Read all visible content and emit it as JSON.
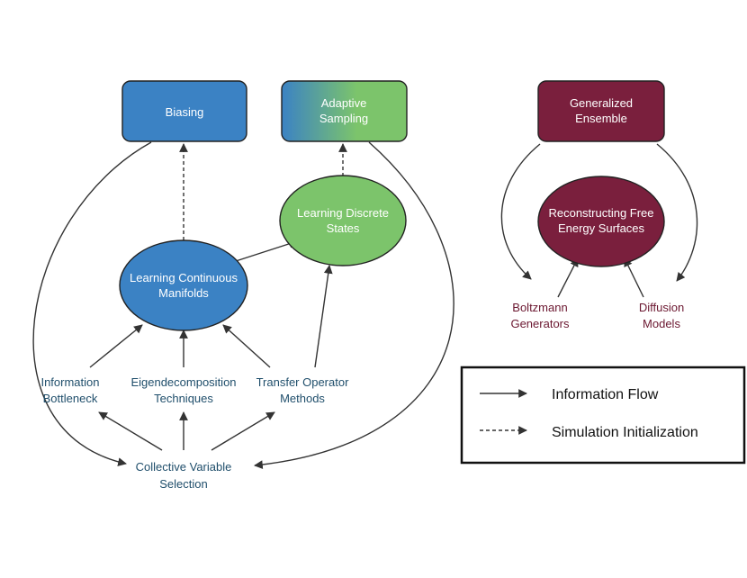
{
  "nodes": {
    "biasing": "Biasing",
    "adaptive": [
      "Adaptive",
      "Sampling"
    ],
    "generalized": [
      "Generalized",
      "Ensemble"
    ],
    "discrete": [
      "Learning Discrete",
      "States"
    ],
    "continuous": [
      "Learning Continuous",
      "Manifolds"
    ],
    "free_energy": [
      "Reconstructing Free",
      "Energy Surfaces"
    ],
    "info_bottleneck": [
      "Information",
      "Bottleneck"
    ],
    "eigen": [
      "Eigendecomposition",
      "Techniques"
    ],
    "transfer": [
      "Transfer Operator",
      "Methods"
    ],
    "cv_selection": [
      "Collective Variable",
      "Selection"
    ],
    "boltzmann": [
      "Boltzmann",
      "Generators"
    ],
    "diffusion": [
      "Diffusion",
      "Models"
    ]
  },
  "legend": {
    "info_flow": "Information Flow",
    "sim_init": "Simulation Initialization"
  },
  "colors": {
    "blue": "#3b82c4",
    "green": "#7cc46b",
    "maroon": "#7a1f3d",
    "text_blue": "#1f4e6b",
    "text_maroon": "#6b1730",
    "arrow": "#333333"
  }
}
